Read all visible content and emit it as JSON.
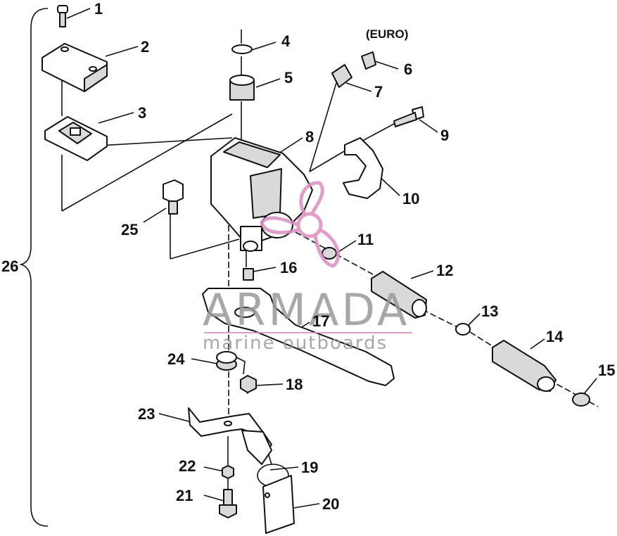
{
  "diagram": {
    "euro_note": "(EURO)",
    "callouts": [
      "1",
      "2",
      "3",
      "4",
      "5",
      "6",
      "7",
      "8",
      "9",
      "10",
      "11",
      "12",
      "13",
      "14",
      "15",
      "16",
      "17",
      "18",
      "19",
      "20",
      "21",
      "22",
      "23",
      "24",
      "25",
      "26"
    ]
  },
  "watermark": {
    "brand": "ARMADA",
    "tagline": "marine outboards",
    "color": "#d98fc0"
  }
}
